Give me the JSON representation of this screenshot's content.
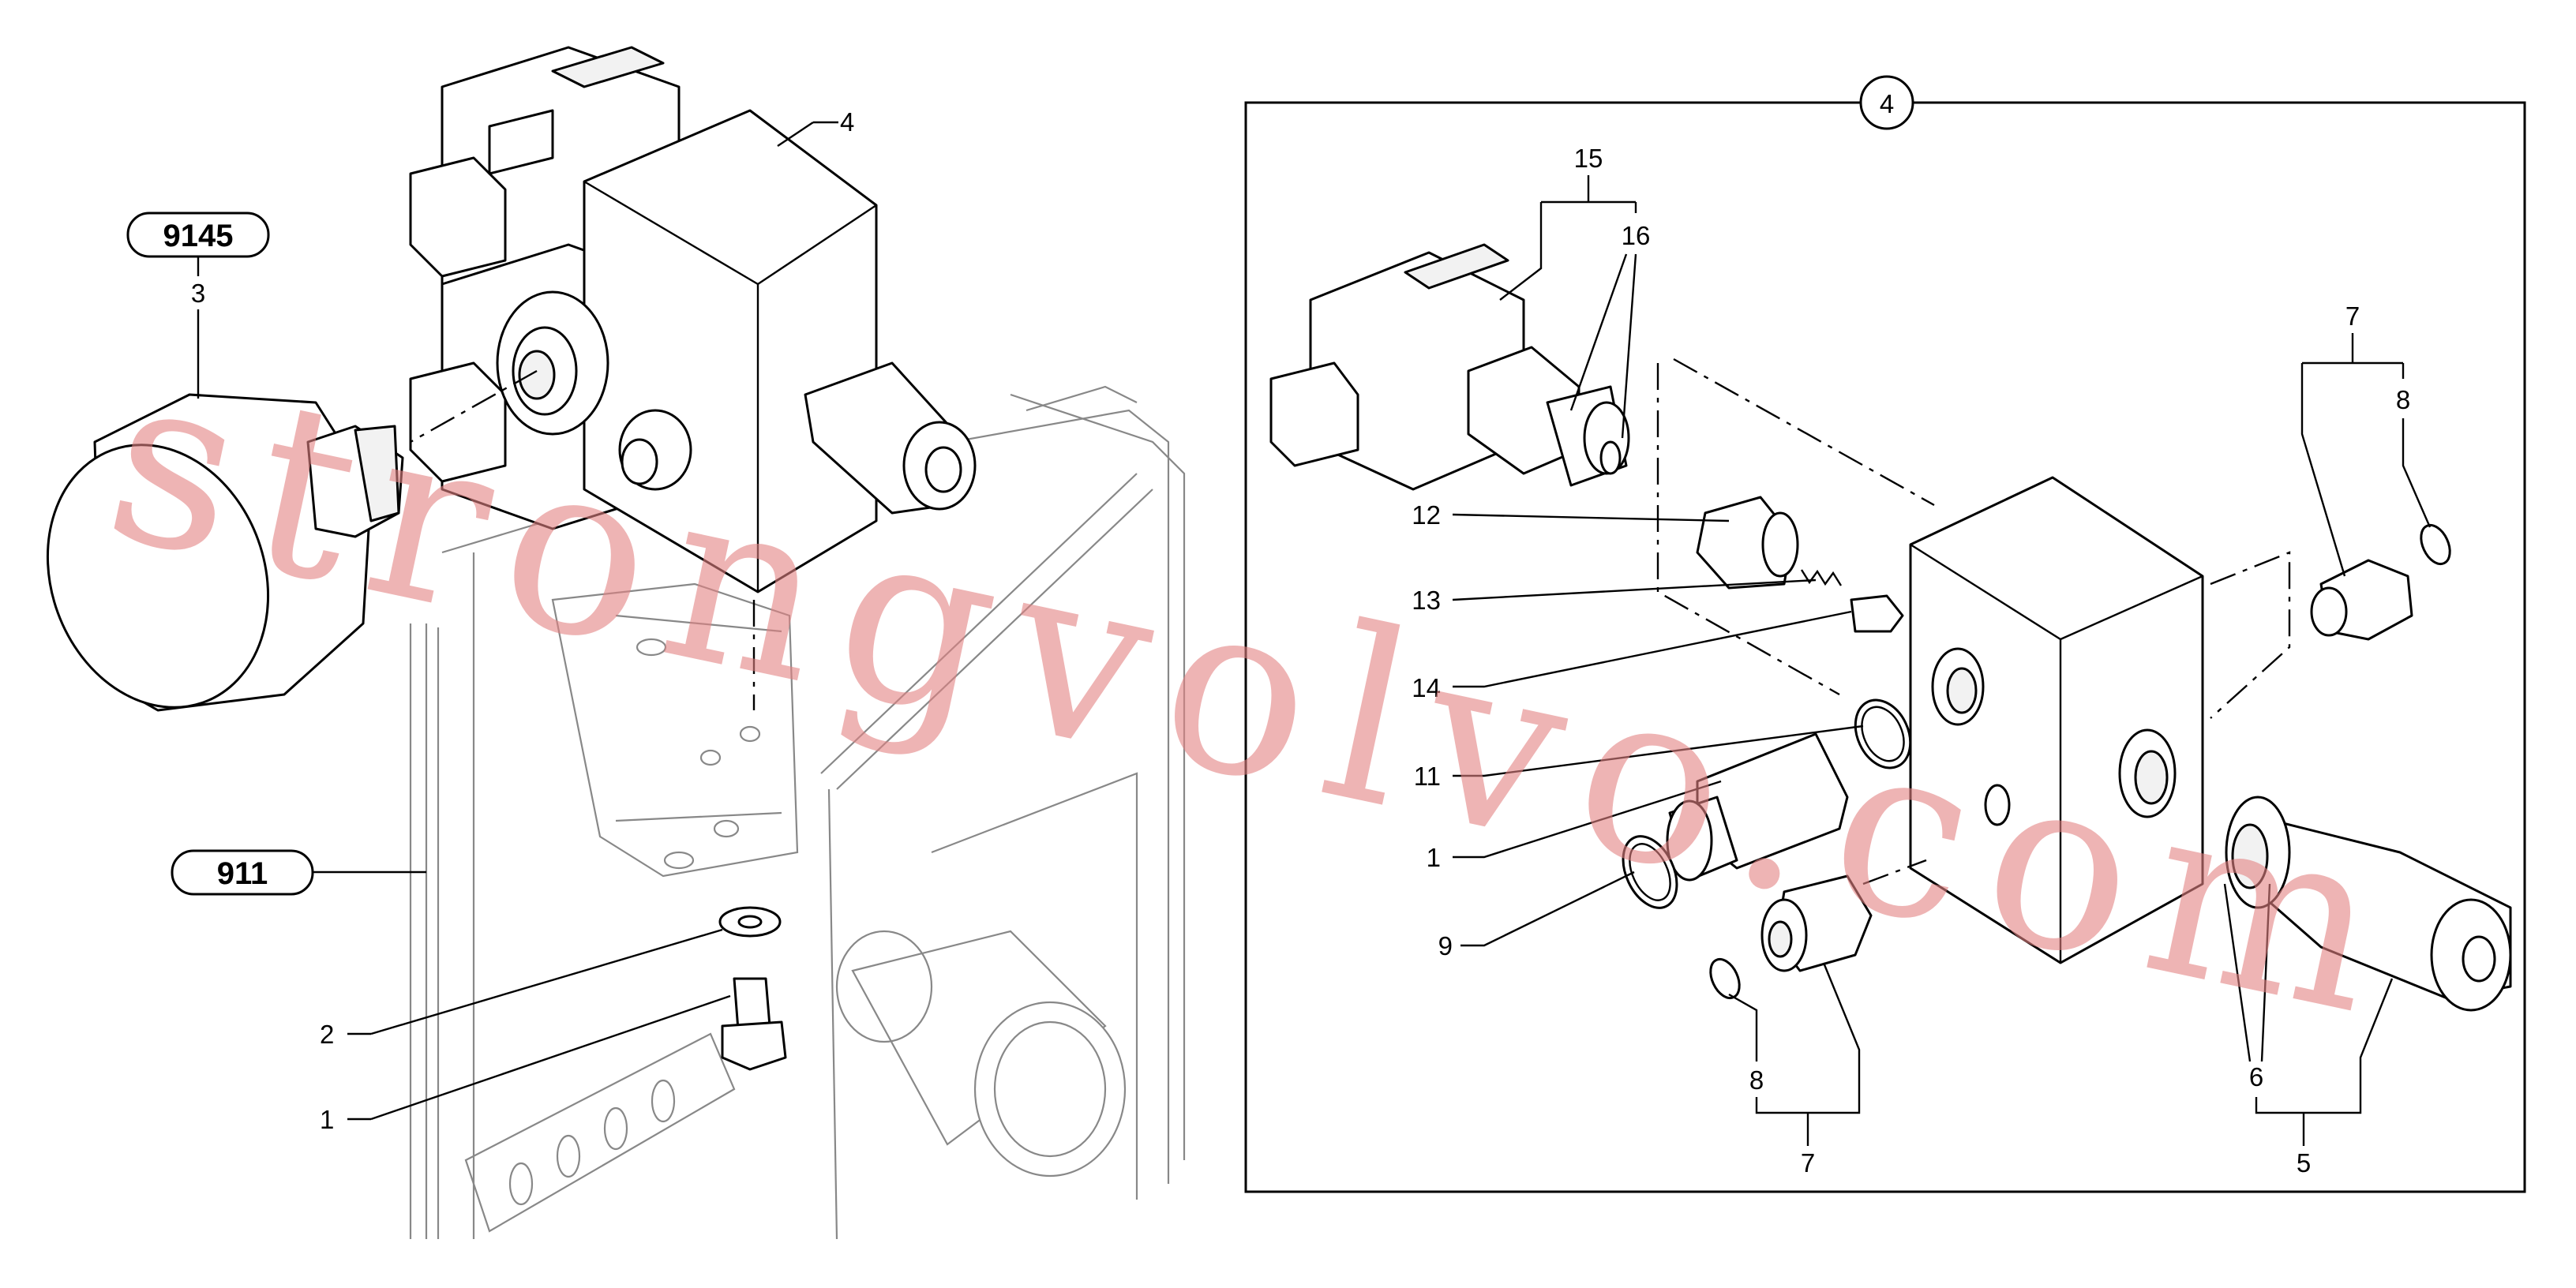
{
  "callout_badges": {
    "group_9145": "9145",
    "group_911": "911",
    "detail_4": "4"
  },
  "part_numbers": {
    "n1": "1",
    "n2": "2",
    "n3": "3",
    "n4": "4",
    "n5": "5",
    "n6": "6",
    "n7a": "7",
    "n7b": "7",
    "n8a": "8",
    "n8b": "8",
    "n9": "9",
    "n10": "1",
    "n11": "11",
    "n12": "12",
    "n13": "13",
    "n14": "14",
    "n15": "15",
    "n16": "16"
  },
  "watermark": "strongvolvo.com",
  "colors": {
    "line": "#000000",
    "background_drawing": "#888888",
    "watermark": "#e28282"
  }
}
